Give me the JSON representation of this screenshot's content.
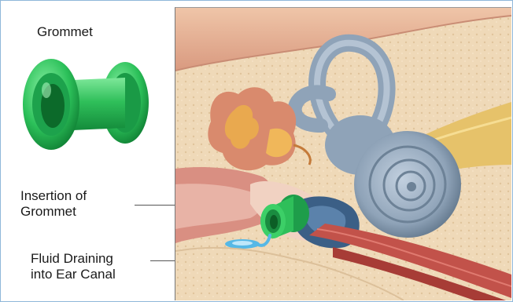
{
  "labels": {
    "grommet": "Grommet",
    "insertion": "Insertion of\nGrommet",
    "fluid": "Fluid Draining\ninto Ear Canal"
  },
  "colors": {
    "frame_border": "#8fb7d9",
    "grommet_green": "#2fbf5a",
    "cochlea_blue": "#8fa3b8",
    "bone_beige": "#efd9b8",
    "canal_pink": "#d98f82",
    "fluid_blue": "#56b8e6",
    "muscle_red": "#c2524a"
  }
}
